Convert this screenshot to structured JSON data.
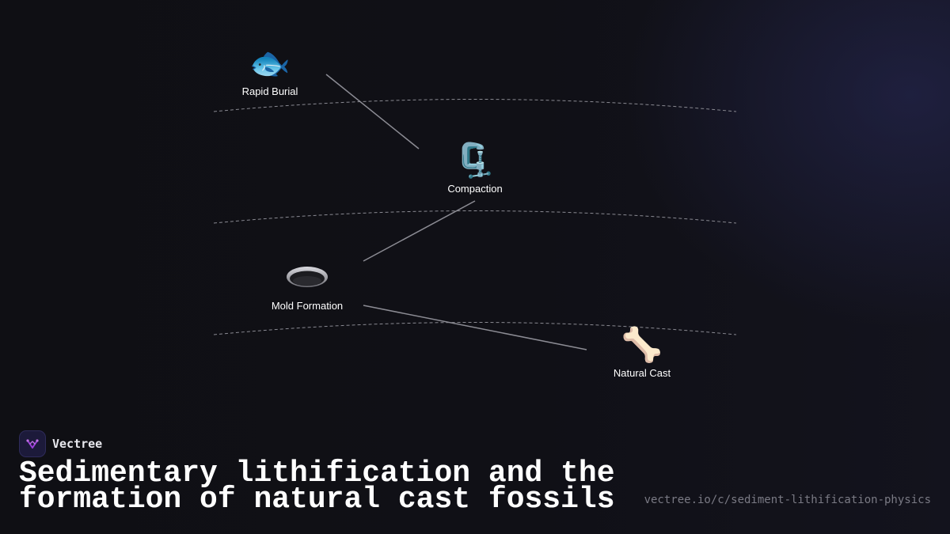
{
  "diagram": {
    "nodes": [
      {
        "id": "rapid-burial",
        "label": "Rapid Burial",
        "icon": "fish-icon",
        "glyph": "🐟"
      },
      {
        "id": "compaction",
        "label": "Compaction",
        "icon": "clamp-icon",
        "glyph": "🗜️"
      },
      {
        "id": "mold-formation",
        "label": "Mold Formation",
        "icon": "hole-icon",
        "glyph": ""
      },
      {
        "id": "natural-cast",
        "label": "Natural Cast",
        "icon": "bone-icon",
        "glyph": "🦴"
      }
    ]
  },
  "brand": {
    "name": "Vectree",
    "icon": "vectree-logo-icon",
    "accent": "#9b3fd9"
  },
  "title": "Sedimentary lithification and the formation of natural cast fossils",
  "url": "vectree.io/c/sediment-lithification-physics"
}
